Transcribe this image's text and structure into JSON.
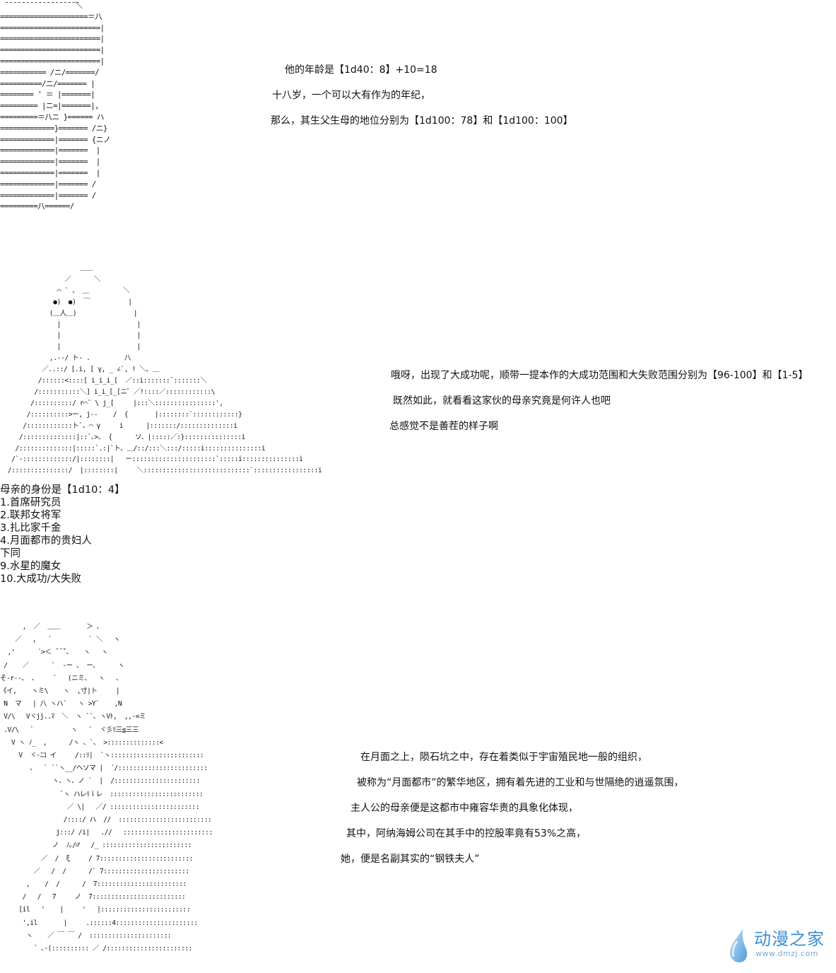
{
  "art": {
    "first": " ̄ ̄ ̄ ̄ ̄ ̄ ̄ ̄ ̄ ̄ ̄ ̄ ̄ ̄ ̄ ̄ ̄ ̄＼\n=====================＝八\n========================|\n========================|\n========================|\n========================|\n=========== /ニ/=======/\n==========/ニ/======= |\n======== ' ＝ |=======|\n========= |ニ=|=======|,\n=========＝八ニ }====== ハ\n=============}======= /ニ}\n=============|======= {ニノ\n=============|=======  |\n=============|=======  |\n=============|=======  |\n=============|======= /\n=============|======= /\n=========八======/",
    "second": "                     ＿＿\n                 ／      ＼\n               ⌒ ` 、 ＿         ＼\n              ●)  ●)  ￣          |\n             (＿人＿)               |\n               |                    |\n               |                    |\n               |                    |\n             ,.--/ ト- .         八\n           ／..::/ [.i, [ γ, _ ∠`, ! ＼、＿\n          /::::::<::::[ i_i_i_[  ／::i:::::::`:::::::＼\n         /:::::::::::＼] i_i_[_[ニ゛／!::::／::::::::::::\\\n        /::::::::::/ r⌒¨ \\ j_[     |:::＼::::::::::::::::',\n       /::::::::::>ー, j--    /  {       |::::::::`::::::::::::}\n      /::::::::::::ト`、⌒ γ     i      |:::::::/::::::::::::::i\n     /::::::::::::::|::`､>、 {      ソ、|:::::／:}:::::::::::::::i\n    /::::::::::::::|:::::`.:|`ト、＿/::/:::＼:::/:::::i:::::::::::::::i\n   /`-:::::::::::::/|::::::::|   ー::::::::::::::::::::::`:::::i:::::::::::::::i\n  /:::::::::::::::/  |::::::::|     ＼::::::::::::::::::::::::::::`:::::::::::::::::i",
    "third": "      ,  ／  ＿＿       ＞ 、\n    ／   ,   ´          ` ＼   ヽ\n  ,'      ´>＜ ̄ ̄ ̄`、   ヽ   ヽ\n /    ／      `  -ー 、 ー、     ヽ\nそ-r--、 、    `   (ニミ、  ヽ   、\n《イ,    ヽミ\\    ヽ  ,寸|ト     |\n N  マ   | 八 ヽハ`   ヽ >Y`    ,N\n V/\\   Vヾjj..ﾏ  ＼  ヽ ``､ ヽVﾄ,  ,,-=ミ\n .V/\\   `          ヽ   `  ヾ彡ﾘ三≦三三\n   V ヽ ﾉ_  ,      /ヽ 、`、 >::::::::::::::<\n     V  ヾ-ﾆｺ イ     /::ﾘ|  `ヽ:::::::::::::::::::::::::\n        、  ` ``ヽ__/ヘソマ |  ´/::::::::::::::::::::::::\n              ヽ、ヽ、ノ `  |  /:::::::::::::::::::::::\n                `ヽ ハレﾘｉレ  :::::::::::::::::::::::::\n                  ／ \\|   ／/ ::::::::::::::::::::::::\n                 /::::/ ハ  //  :::::::::::::::::::::::::\n               j:::/ /i|   .//   ::::::::::::::::::::::::\n              ノ  ﾉ｡/♂   /_ ::::::::::::::::::::::::\n           ／  /  ξ     / 7:::::::::::::::::::::::::\n         ／   /  /      /` 7:::::::::::::::::::::::\n       ,    /  /      /  7::::::::::::::::::::::::\n      /   /   7     ノ  7:::::::::::::::::::::::::\n     [il   '    |     '   |::::::::::::::::::::::::\n      ',il       |     .::::::4::::::::::::::::::::::\n       ヽ    ／ ￣ ￣ /  ::::::::::::::::::::::\n         ` ､-(:::::::::: ／ /:::::::::::::::::::::::"
  },
  "section1": {
    "line1": "他的年龄是【1d40：8】+10=18",
    "line2": "十八岁，一个可以大有作为的年纪，",
    "line3": "那么，其生父生母的地位分别为【1d100：78】和【1d100：100】"
  },
  "section2": {
    "line1": "哦呀，出现了大成功呢，顺带一提本作的大成功范围和大失败范围分别为【96-100】和【1-5】",
    "line2": "既然如此，就看看这家伙的母亲究竟是何许人也吧",
    "line3": "总感觉不是善茬的样子啊"
  },
  "list": {
    "title": "母亲的身份是【1d10：4】",
    "items": [
      "1.首席研究员",
      "2.联邦女将军",
      "3.扎比家千金",
      "4.月面都市的贵妇人",
      "下同",
      "9.水星的魔女",
      "10.大成功/大失败"
    ]
  },
  "section3": {
    "line1": "在月面之上，陨石坑之中，存在着类似于宇宙殖民地一般的组织，",
    "line2": "被称为“月面都市”的繁华地区，拥有着先进的工业和与世隔绝的逍遥氛围，",
    "line3": "主人公的母亲便是这都市中雍容华贵的具象化体现，",
    "line4": "其中，阿纳海姆公司在其手中的控股率竟有53%之高，",
    "line5": "她，便是名副其实的“钢铁夫人”"
  },
  "watermark": {
    "title": "动漫之家",
    "url": "www.dmzj.com",
    "colors": {
      "primary": "#3a8fd6",
      "secondary": "#7aa7d8"
    }
  }
}
